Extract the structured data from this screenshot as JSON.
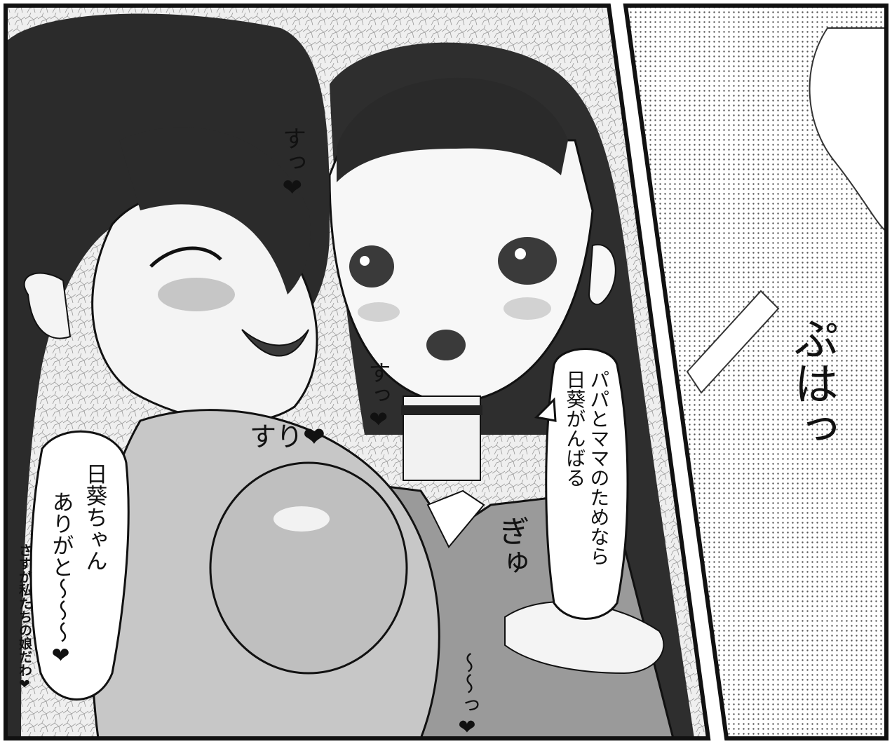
{
  "panel": {
    "speech_left": {
      "line1": "日葵ちゃん",
      "line2": "ありがと〜〜〜❤"
    },
    "side_text": "さすが私たちの娘だわ❤",
    "speech_right": {
      "line1": "パパとママのためなら",
      "line2": "日葵がんばる"
    },
    "sfx": {
      "puha": "ぷはっ",
      "su_head": "すっ❤",
      "su_cheek": "すっ❤",
      "su_neck": "すり❤",
      "giu": "ぎゅ",
      "giu_tail": "〜〜っ❤"
    }
  },
  "colors": {
    "border": "#111111",
    "tone_light": "#e6e6e6",
    "tone_mid": "#bdbdbd",
    "hair": "#2a2a2a"
  }
}
